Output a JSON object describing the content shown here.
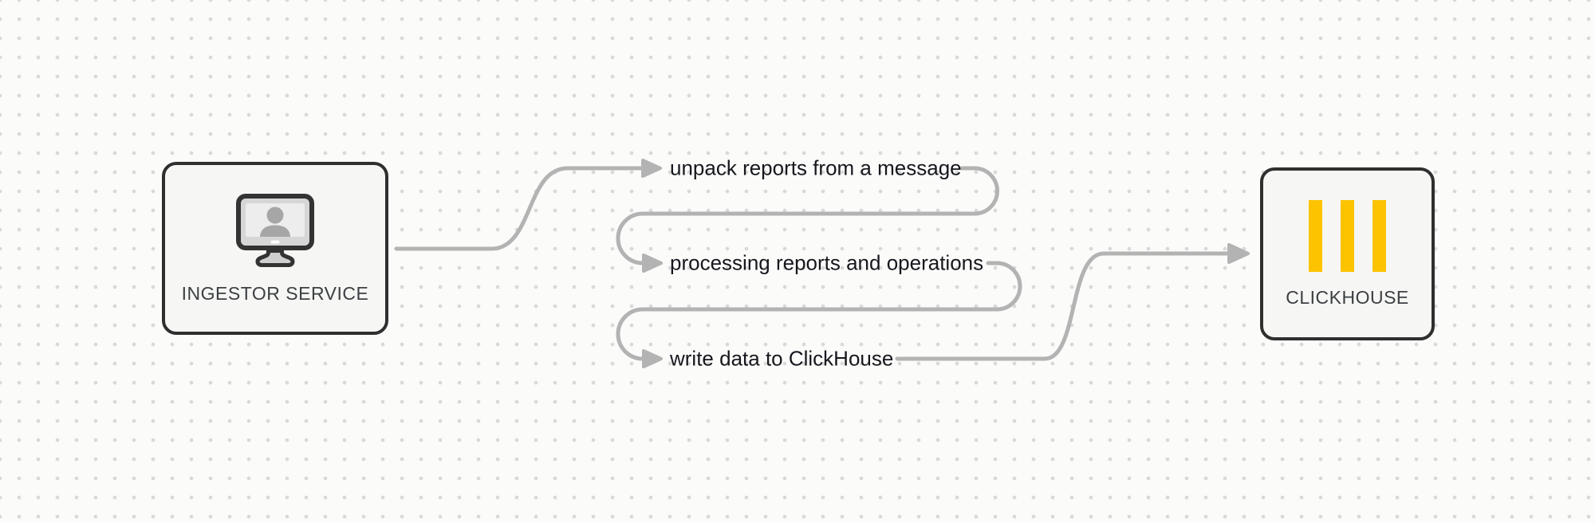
{
  "palette": {
    "canvas_bg": "#fbfbfa",
    "dot": "#d9d9d9",
    "line": "#b3b3b3",
    "box_border": "#2f2f2f",
    "box_fill": "#f6f6f4",
    "text": "#16181d",
    "title": "#3c4043",
    "clickhouse_yellow": "#fdc300",
    "icon_gray": "#a6a6a6"
  },
  "nodes": {
    "ingestor": {
      "title": "INGESTOR SERVICE",
      "icon": "monitor-user-icon"
    },
    "clickhouse": {
      "title": "CLICKHOUSE",
      "icon": "clickhouse-bars-icon"
    }
  },
  "steps": [
    {
      "label": "unpack reports from a message"
    },
    {
      "label": "processing reports and operations"
    },
    {
      "label": "write data to ClickHouse"
    }
  ]
}
